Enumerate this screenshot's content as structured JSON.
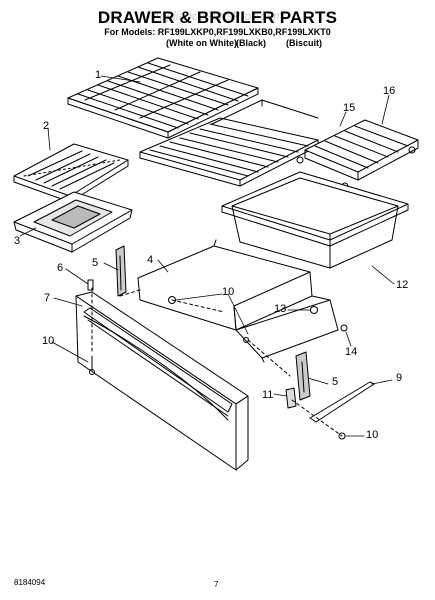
{
  "header": {
    "title": "DRAWER & BROILER PARTS",
    "watermark": "AppliancePartsPros.com",
    "models_line": "For Models: RF199LXKP0,RF199LXKB0,RF199LXKT0",
    "variants": [
      "(White on White)",
      "(Black)",
      "(Biscuit)"
    ]
  },
  "callouts": [
    "1",
    "2",
    "3",
    "4",
    "5",
    "6",
    "7",
    "10",
    "10",
    "13",
    "12",
    "14",
    "15",
    "16",
    "5",
    "9",
    "11",
    "10"
  ],
  "footer": {
    "doc_number": "8184094",
    "page_number": "7"
  }
}
